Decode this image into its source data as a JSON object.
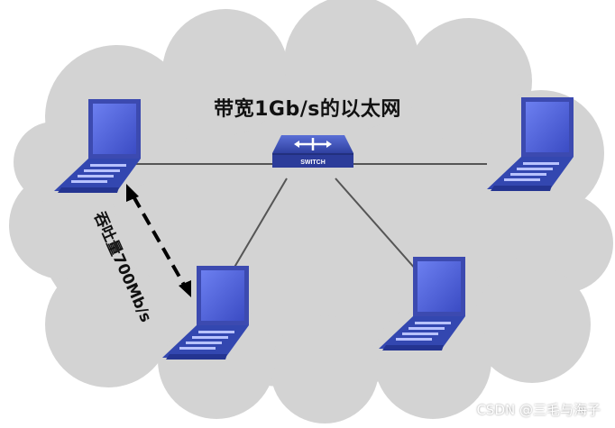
{
  "diagram": {
    "title": "带宽1Gb/s的以太网",
    "switch_label": "SWITCH",
    "throughput_label": "吞吐量700Mb/s"
  },
  "watermark": "CSDN @三毛与海子",
  "colors": {
    "cloud": "#d2d2d2",
    "laptop_body": "#3b4aa8",
    "laptop_screen": "#5b6ee0",
    "switch": "#3a4db5",
    "line": "#555555"
  },
  "icons": [
    "cloud",
    "laptop-icon",
    "switch-icon",
    "double-arrow"
  ]
}
